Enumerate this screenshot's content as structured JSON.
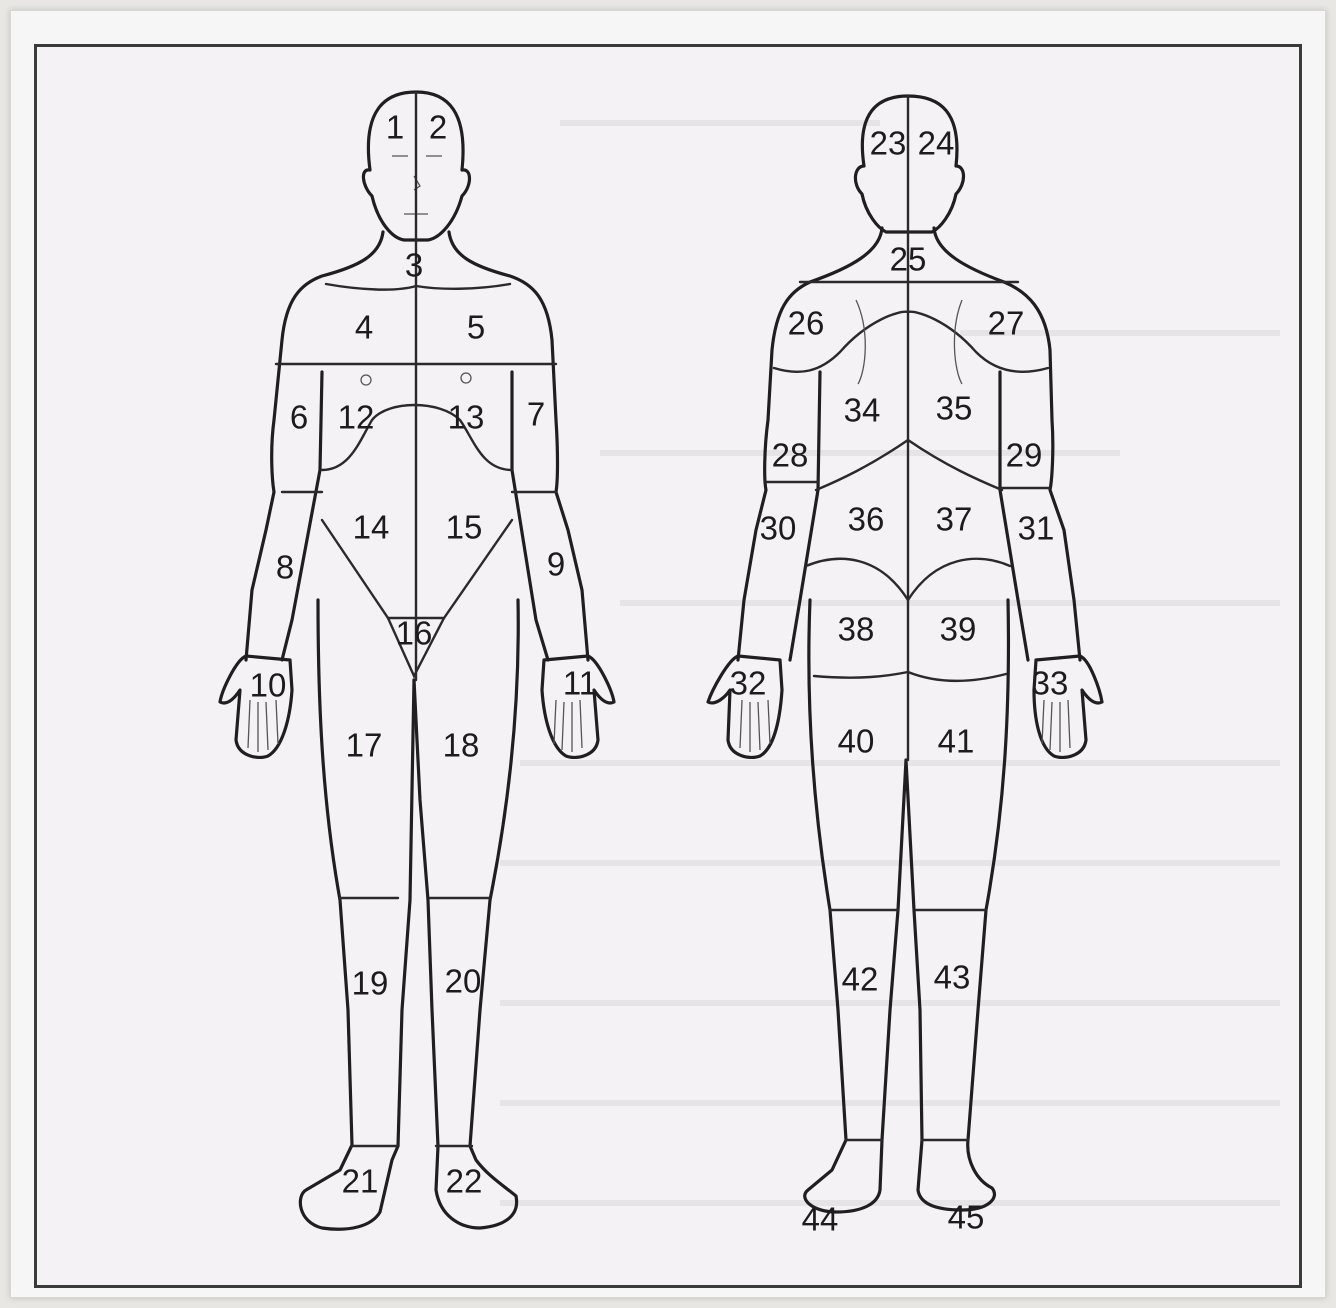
{
  "diagram": {
    "front_regions": [
      "1",
      "2",
      "3",
      "4",
      "5",
      "6",
      "7",
      "8",
      "9",
      "10",
      "11",
      "12",
      "13",
      "14",
      "15",
      "16",
      "17",
      "18",
      "19",
      "20",
      "21",
      "22"
    ],
    "back_regions": [
      "23",
      "24",
      "25",
      "26",
      "27",
      "28",
      "29",
      "30",
      "31",
      "32",
      "33",
      "34",
      "35",
      "36",
      "37",
      "38",
      "39",
      "40",
      "41",
      "42",
      "43",
      "44",
      "45"
    ]
  }
}
